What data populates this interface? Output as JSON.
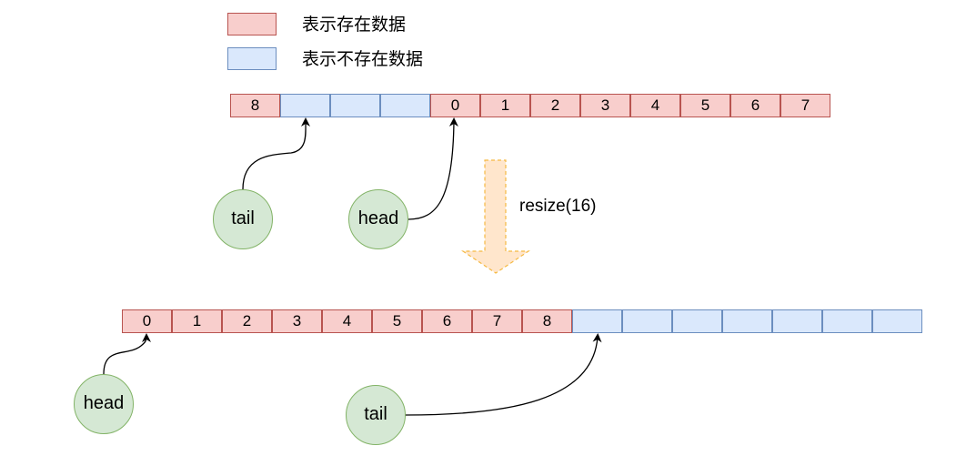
{
  "legend": [
    {
      "label": "表示存在数据",
      "type": "filled"
    },
    {
      "label": "表示不存在数据",
      "type": "empty"
    }
  ],
  "colors": {
    "filled_fill": "#f8cecc",
    "filled_stroke": "#b85450",
    "empty_fill": "#dae8fc",
    "empty_stroke": "#6c8ebf",
    "pointer_fill": "#d5e8d4",
    "pointer_stroke": "#82b366",
    "arrow_fill": "#ffe6cc",
    "arrow_stroke": "#f5b942"
  },
  "before": {
    "capacity": 12,
    "cells": [
      {
        "value": "8",
        "filled": true
      },
      {
        "value": "",
        "filled": false
      },
      {
        "value": "",
        "filled": false
      },
      {
        "value": "",
        "filled": false
      },
      {
        "value": "0",
        "filled": true
      },
      {
        "value": "1",
        "filled": true
      },
      {
        "value": "2",
        "filled": true
      },
      {
        "value": "3",
        "filled": true
      },
      {
        "value": "4",
        "filled": true
      },
      {
        "value": "5",
        "filled": true
      },
      {
        "value": "6",
        "filled": true
      },
      {
        "value": "7",
        "filled": true
      }
    ],
    "tail_label": "tail",
    "tail_index": 1,
    "head_label": "head",
    "head_index": 4
  },
  "operation": "resize(16)",
  "after": {
    "capacity": 16,
    "cells": [
      {
        "value": "0",
        "filled": true
      },
      {
        "value": "1",
        "filled": true
      },
      {
        "value": "2",
        "filled": true
      },
      {
        "value": "3",
        "filled": true
      },
      {
        "value": "4",
        "filled": true
      },
      {
        "value": "5",
        "filled": true
      },
      {
        "value": "6",
        "filled": true
      },
      {
        "value": "7",
        "filled": true
      },
      {
        "value": "8",
        "filled": true
      },
      {
        "value": "",
        "filled": false
      },
      {
        "value": "",
        "filled": false
      },
      {
        "value": "",
        "filled": false
      },
      {
        "value": "",
        "filled": false
      },
      {
        "value": "",
        "filled": false
      },
      {
        "value": "",
        "filled": false
      },
      {
        "value": "",
        "filled": false
      }
    ],
    "head_label": "head",
    "head_index": 0,
    "tail_label": "tail",
    "tail_index": 9
  }
}
